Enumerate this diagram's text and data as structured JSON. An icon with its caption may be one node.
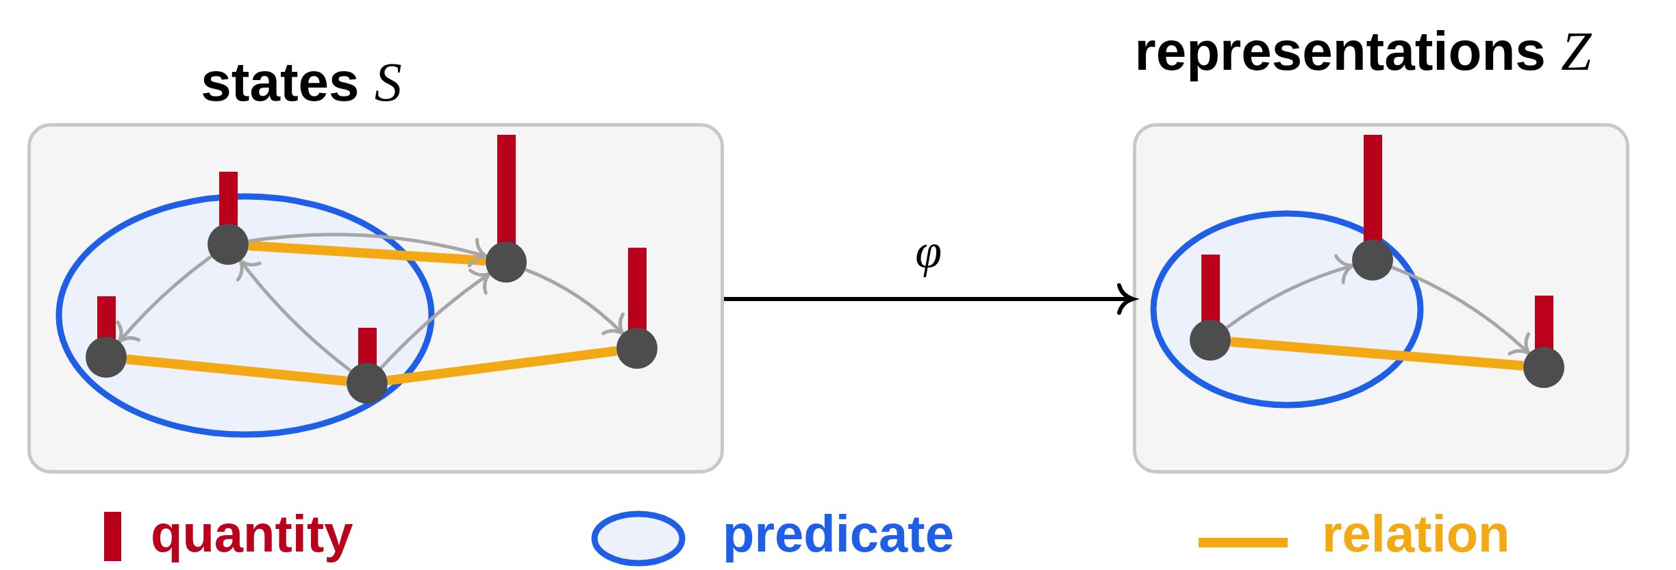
{
  "diagram": {
    "nodes": [
      {
        "text": [
          "states *S*"
        ]
      },
      {
        "text": [],
        "shape": "circle",
        "in": 0
      },
      {
        "text": [],
        "shape": "circle",
        "in": 0
      },
      {
        "text": [],
        "shape": "circle",
        "in": 0
      },
      {
        "text": [],
        "shape": "circle",
        "in": 0
      },
      {
        "text": [],
        "shape": "circle",
        "in": 0
      },
      {
        "text": [
          "representations *Z*"
        ]
      },
      {
        "text": [],
        "shape": "circle",
        "in": 6
      },
      {
        "text": [],
        "shape": "circle",
        "in": 6
      },
      {
        "text": [],
        "shape": "circle",
        "in": 6
      }
    ],
    "edges": [
      {
        "from": 0,
        "to": 6,
        "arrow": "to",
        "label": "φ",
        "color": "#000000"
      },
      {
        "from": 2,
        "to": 4,
        "arrow": "none",
        "style": "thick",
        "color": "#f2a914"
      },
      {
        "from": 1,
        "to": 3,
        "arrow": "none",
        "style": "thick",
        "color": "#f2a914"
      },
      {
        "from": 3,
        "to": 5,
        "arrow": "none",
        "style": "thick",
        "color": "#f2a914"
      },
      {
        "from": 2,
        "to": 1,
        "arrow": "to"
      },
      {
        "from": 2,
        "to": 4,
        "arrow": "to"
      },
      {
        "from": 3,
        "to": 2,
        "arrow": "to"
      },
      {
        "from": 3,
        "to": 4,
        "arrow": "to"
      },
      {
        "from": 4,
        "to": 5,
        "arrow": "to"
      },
      {
        "from": 7,
        "to": 9,
        "arrow": "none",
        "style": "thick",
        "color": "#f2a914"
      },
      {
        "from": 7,
        "to": 8,
        "arrow": "to"
      },
      {
        "from": 8,
        "to": 9,
        "arrow": "to"
      }
    ],
    "legend": [
      {
        "text": "quantity",
        "color": "#bb001b"
      },
      {
        "text": "predicate"
      },
      {
        "text": "relation"
      }
    ]
  }
}
